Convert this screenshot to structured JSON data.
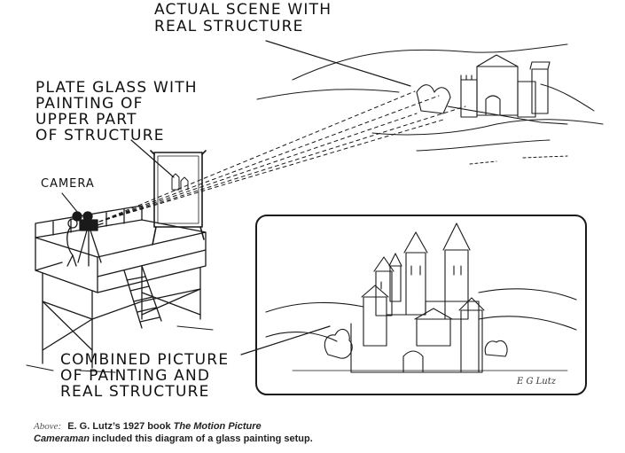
{
  "labels": {
    "actual_scene_line1": "ACTUAL SCENE WITH",
    "actual_scene_line2": "REAL STRUCTURE",
    "plate_glass_line1": "PLATE GLASS WITH",
    "plate_glass_line2": "PAINTING OF",
    "plate_glass_line3": "UPPER PART",
    "plate_glass_line4": "OF STRUCTURE",
    "camera": "CAMERA",
    "combined_line1": "COMBINED PICTURE",
    "combined_line2": "OF PAINTING AND",
    "combined_line3": "REAL STRUCTURE"
  },
  "signature": "E G Lutz",
  "caption": {
    "lead": "Above:",
    "text_before_title": "E. G. Lutz’s 1927 book",
    "book_title": "The Motion Picture Cameraman",
    "text_after_title": "included this diagram of a glass painting setup."
  }
}
